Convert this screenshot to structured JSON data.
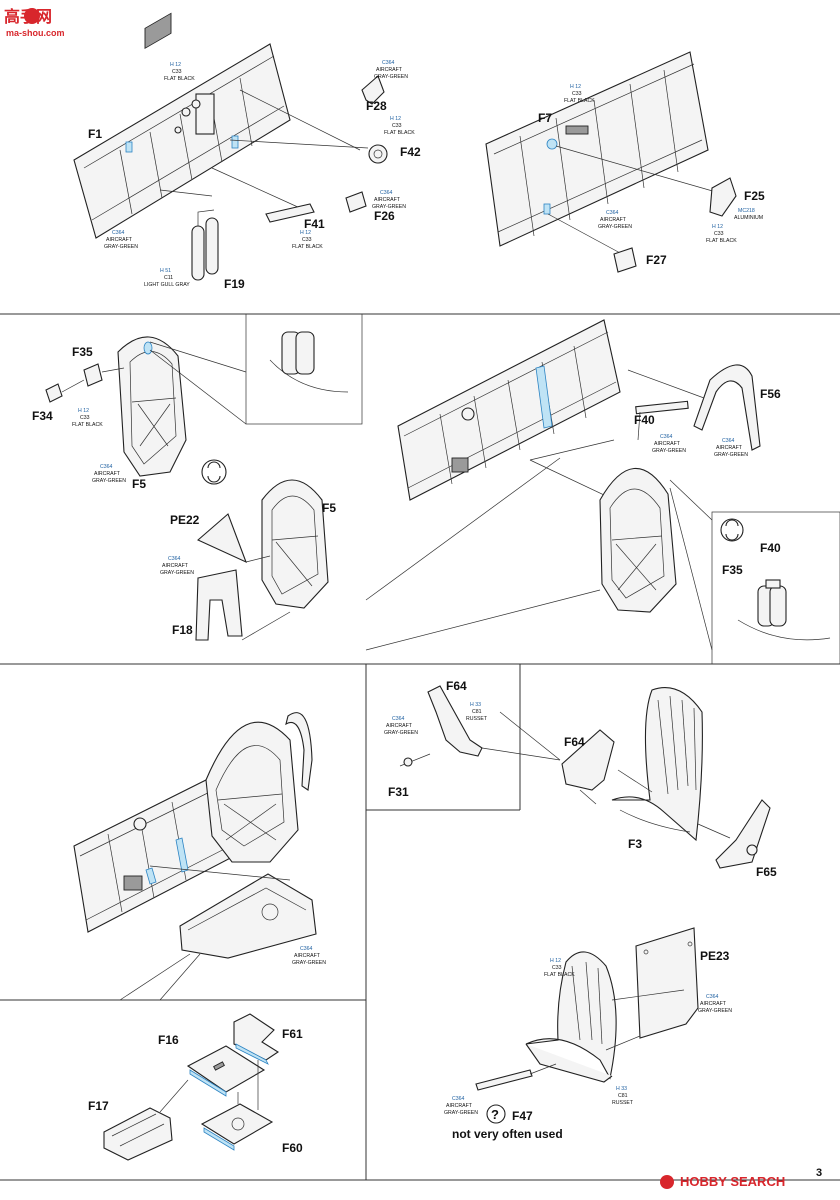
{
  "watermark": {
    "top_left_cn": "高手网",
    "top_left_url": "ma-shou.com",
    "bottom_right": "HOBBY SEARCH"
  },
  "page_number": "3",
  "colors": {
    "callout_blue": "#1d5fa0",
    "highlight_fill": "#bfe3f5",
    "line": "#222222"
  },
  "paint": {
    "h12_c33_flat_black": {
      "h": "H 12",
      "c": "C33",
      "name": "FLAT BLACK"
    },
    "c364_aircraft": {
      "c": "C364",
      "name1": "AIRCRAFT",
      "name2": "GRAY-GREEN"
    },
    "c364_aircraft_dot": {
      "c": "C364",
      "name1": "AIRCRAFT",
      "name2": "GRAY-GREEN"
    },
    "h51_c11": {
      "h": "H 51",
      "c": "C11",
      "name": "LIGHT GULL GRAY"
    },
    "mc218_aluminium": {
      "c": "MC218",
      "name": "ALUMINIUM"
    },
    "h33_c81_russet": {
      "h": "H 33",
      "c": "C81",
      "name": "RUSSET"
    }
  },
  "parts": {
    "F1": "F1",
    "F28": "F28",
    "F42": "F42",
    "F41": "F41",
    "F26": "F26",
    "F19": "F19",
    "F7": "F7",
    "F25": "F25",
    "F27": "F27",
    "F35": "F35",
    "F34": "F34",
    "F5": "F5",
    "PE22": "PE22",
    "F18": "F18",
    "F40": "F40",
    "F56": "F56",
    "F64": "F64",
    "F31": "F31",
    "F3": "F3",
    "F65": "F65",
    "F16": "F16",
    "F61": "F61",
    "F17": "F17",
    "F60": "F60",
    "PE23": "PE23",
    "F47": "F47"
  },
  "notes": {
    "rarely_used": "not very often used",
    "question_mark": "?"
  }
}
